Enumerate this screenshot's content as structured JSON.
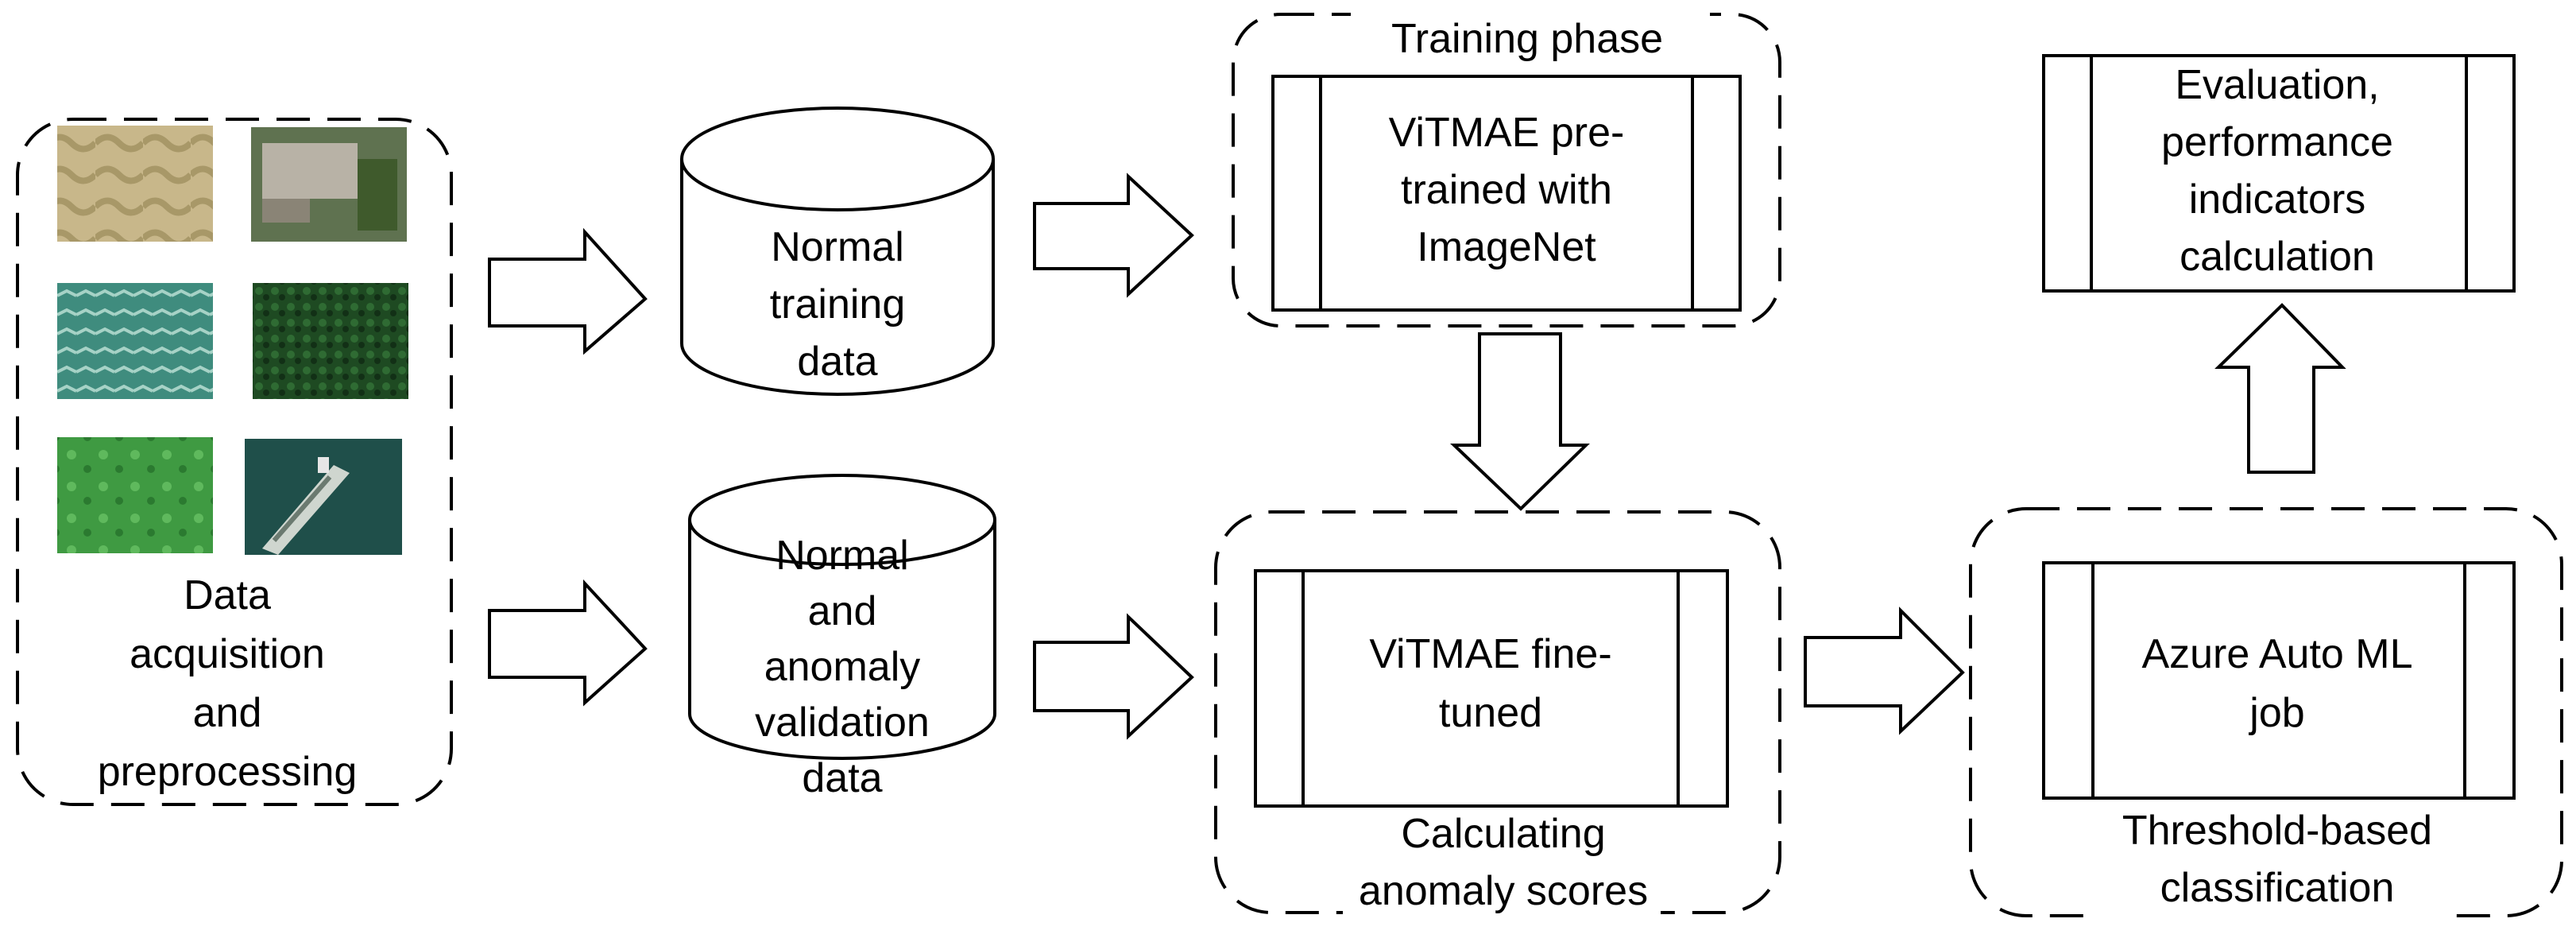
{
  "data_section": {
    "label": [
      "Data",
      "acquisition",
      "and",
      "preprocessing"
    ],
    "thumbnails": [
      {
        "name": "sand-texture",
        "colors": [
          "#c8b78a",
          "#a89868",
          "#d9caa0"
        ]
      },
      {
        "name": "building-roof",
        "colors": [
          "#6b7a58",
          "#b8b2a6",
          "#4f5e3c"
        ]
      },
      {
        "name": "water-waves",
        "colors": [
          "#3f8c7e",
          "#a6d2c6",
          "#2c6f62"
        ]
      },
      {
        "name": "dark-forest",
        "colors": [
          "#1e4a22",
          "#2f6b33",
          "#123016"
        ]
      },
      {
        "name": "green-field",
        "colors": [
          "#3f9a42",
          "#5fb95d",
          "#2b7a30"
        ]
      },
      {
        "name": "boat-water",
        "colors": [
          "#1f4f4a",
          "#cfd6cf",
          "#3a6e5c"
        ]
      }
    ]
  },
  "normal_training_db": {
    "label": [
      "Normal",
      "training",
      "data"
    ]
  },
  "validation_db": {
    "label": [
      "Normal",
      "and",
      "anomaly",
      "validation",
      "data"
    ]
  },
  "training_phase": {
    "title": "Training phase",
    "box_label": [
      "ViTMAE pre-",
      "trained with",
      "ImageNet"
    ]
  },
  "finetune": {
    "box_label": [
      "ViTMAE fine-",
      "tuned"
    ],
    "caption": [
      "Calculating",
      "anomaly scores"
    ]
  },
  "classification": {
    "box_label": [
      "Azure Auto ML",
      "job"
    ],
    "caption": [
      "Threshold-based",
      "classification"
    ]
  },
  "evaluation": {
    "box_label": [
      "Evaluation,",
      "performance",
      "indicators",
      "calculation"
    ]
  }
}
